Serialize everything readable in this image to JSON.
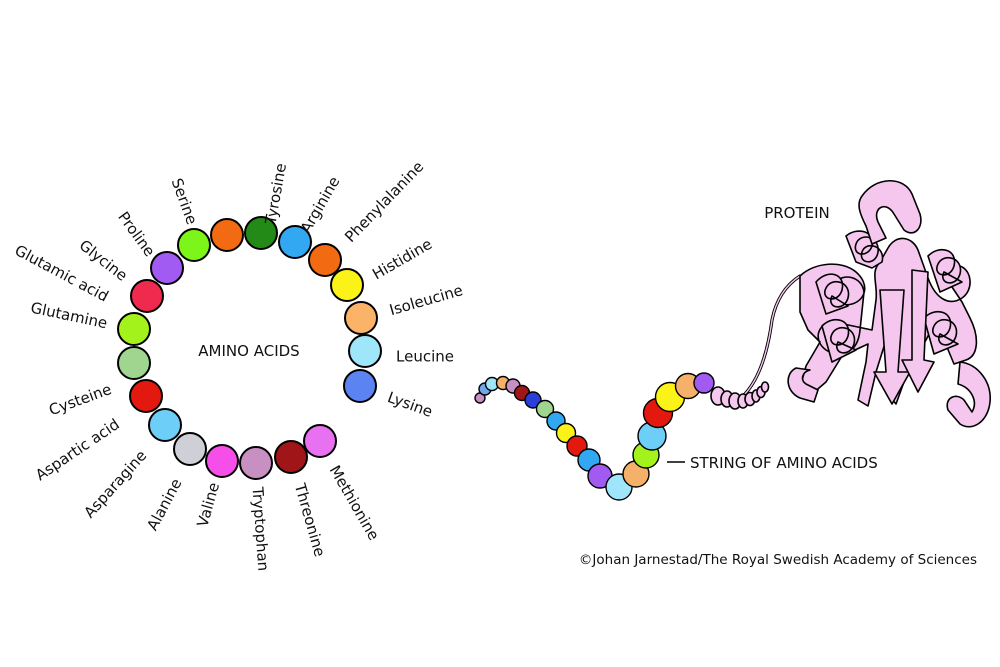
{
  "ring_title": "AMINO ACIDS",
  "protein_label": "PROTEIN",
  "string_label": "STRING OF AMINO ACIDS",
  "credit": "©Johan Jarnestad/The Royal Swedish Academy of Sciences",
  "amino_acids": [
    {
      "name": "Tyrosine",
      "color": "#238a17"
    },
    {
      "name": "Arginine",
      "color": "#33a8f2"
    },
    {
      "name": "Phenylalanine",
      "color": "#f26b12"
    },
    {
      "name": "Histidine",
      "color": "#fbf218"
    },
    {
      "name": "Isoleucine",
      "color": "#fbb36a"
    },
    {
      "name": "Leucine",
      "color": "#9fe6fb"
    },
    {
      "name": "Lysine",
      "color": "#5b84f2"
    },
    {
      "name": "Methionine",
      "color": "#e871f2"
    },
    {
      "name": "Threonine",
      "color": "#a01517"
    },
    {
      "name": "Tryptophan",
      "color": "#c88fc2"
    },
    {
      "name": "Valine",
      "color": "#f64ee8"
    },
    {
      "name": "Alanine",
      "color": "#cfcfd8"
    },
    {
      "name": "Asparagine",
      "color": "#6dcff7"
    },
    {
      "name": "Aspartic acid",
      "color": "#e3190f"
    },
    {
      "name": "Cysteine",
      "color": "#9fd58e"
    },
    {
      "name": "Glutamine",
      "color": "#a3f21c"
    },
    {
      "name": "Glutamic acid",
      "color": "#ef2a4e"
    },
    {
      "name": "Glycine",
      "color": "#a15bf2"
    },
    {
      "name": "Proline",
      "color": "#7cf518"
    },
    {
      "name": "Serine",
      "color": "#f26a11"
    }
  ],
  "chain_colors": [
    "#c88fc2",
    "#6fa8e8",
    "#9fe6fb",
    "#f5b06a",
    "#c88fc2",
    "#a01517",
    "#2a3fd8",
    "#9fd58e",
    "#33a8f2",
    "#fbf218",
    "#e3190f",
    "#33a8f2",
    "#a15bf2",
    "#9fe6fb",
    "#f5b06a",
    "#a3f21c",
    "#6dcff7",
    "#e3190f",
    "#fbf218",
    "#f5b06a",
    "#a15bf2"
  ],
  "ribbon_color": "#f5c6ee"
}
